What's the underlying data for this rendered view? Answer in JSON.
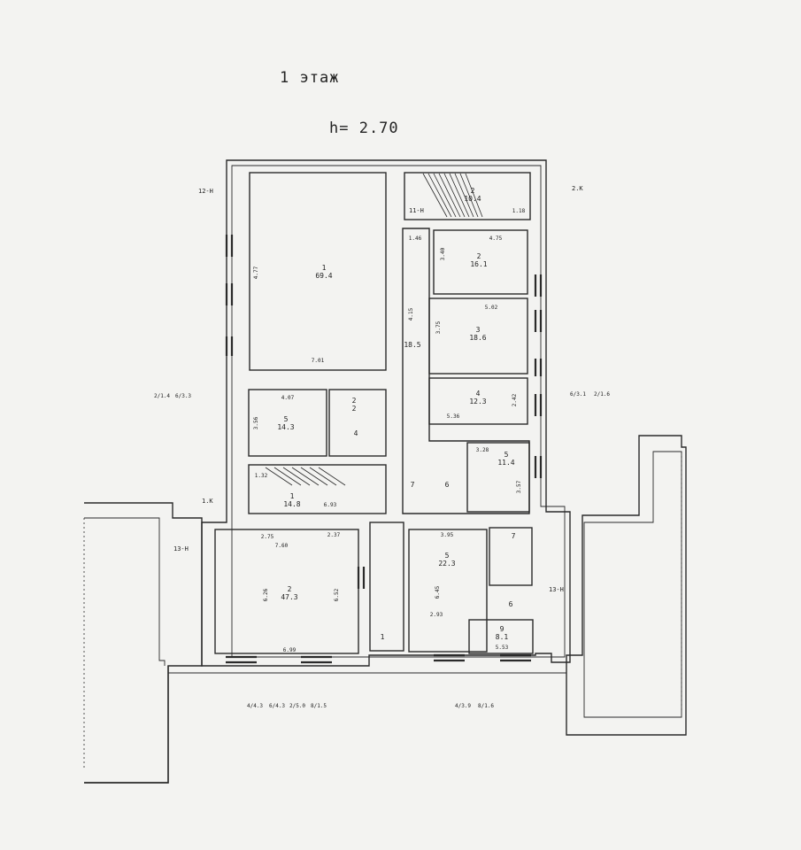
{
  "header": {
    "floor_label": "1 этаж",
    "height_label": "h= 2.70"
  },
  "rooms": [
    {
      "id": "r1",
      "number": "1",
      "area": "69.4"
    },
    {
      "id": "r2",
      "number": "2",
      "area": "10.4"
    },
    {
      "id": "r3",
      "number": "2",
      "area": "16.1"
    },
    {
      "id": "r4",
      "number": "3",
      "area": "18.6"
    },
    {
      "id": "r5",
      "number": "4",
      "area": "12.3"
    },
    {
      "id": "r6",
      "number": "5",
      "area": "11.4"
    },
    {
      "id": "r7",
      "number": "5",
      "area": "14.3"
    },
    {
      "id": "r8",
      "number": "1",
      "area": "14.8"
    },
    {
      "id": "r9",
      "number": "2",
      "area": "47.3"
    },
    {
      "id": "r10",
      "number": "5",
      "area": "22.3"
    },
    {
      "id": "r11",
      "number": "9",
      "area": "8.1"
    }
  ],
  "small_labels": {
    "corridor_area": "18.5",
    "room6": "6",
    "room7": "7",
    "room7b": "7",
    "room6b": "6",
    "room4": "4",
    "room1": "1",
    "wc": "2",
    "wc_area": "2"
  },
  "dimensions": {
    "d_7_01": "7.01",
    "d_4_77": "4.77",
    "d_4_75": "4.75",
    "d_5_02": "5.02",
    "d_3_40": "3.40",
    "d_3_75": "3.75",
    "d_5_36": "5.36",
    "d_2_42": "2.42",
    "d_4_07": "4.07",
    "d_3_56": "3.56",
    "d_1_32": "1.32",
    "d_6_93": "6.93",
    "d_3_28": "3.28",
    "d_3_57": "3.57",
    "d_2_75": "2.75",
    "d_7_60": "7.60",
    "d_2_37": "2.37",
    "d_6_26": "6.26",
    "d_6_52": "6.52",
    "d_6_99": "6.99",
    "d_3_95": "3.95",
    "d_6_45": "6.45",
    "d_2_93": "2.93",
    "d_5_53": "5.53",
    "d_4_15": "4.15",
    "d_1_46": "1.46",
    "d_1_18": "1.18"
  },
  "exterior_marks": [
    {
      "id": "m1",
      "text": "12-Н"
    },
    {
      "id": "m2",
      "text": "11-Н"
    },
    {
      "id": "m3",
      "text": "2.К"
    },
    {
      "id": "m4",
      "text": "1.К"
    },
    {
      "id": "m5",
      "text": "13-Н"
    },
    {
      "id": "m6",
      "text": "13-Н"
    }
  ],
  "window_marks": [
    {
      "id": "w1",
      "text": "2/1.4"
    },
    {
      "id": "w2",
      "text": "6/3.3"
    },
    {
      "id": "w3",
      "text": "6/3.1"
    },
    {
      "id": "w4",
      "text": "2/1.6"
    },
    {
      "id": "w5",
      "text": "4/4.3"
    },
    {
      "id": "w6",
      "text": "6/4.3"
    },
    {
      "id": "w7",
      "text": "2/5.0"
    },
    {
      "id": "w8",
      "text": "8/1.5"
    },
    {
      "id": "w9",
      "text": "4/3.9"
    },
    {
      "id": "w10",
      "text": "8/1.6"
    }
  ]
}
